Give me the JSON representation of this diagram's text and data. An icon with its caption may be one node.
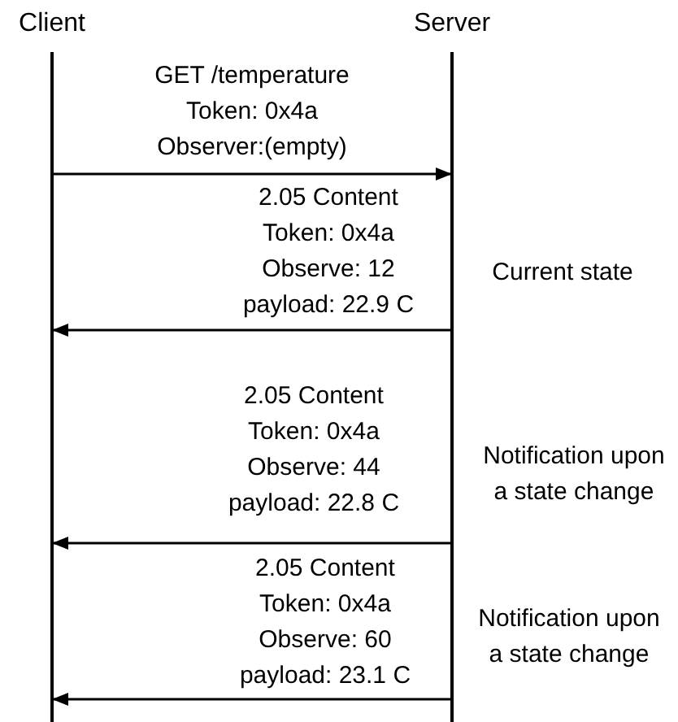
{
  "diagram": {
    "nodes": [
      {
        "text": [
          "Client"
        ]
      },
      {
        "text": [
          "Server"
        ]
      },
      {
        "text": [],
        "shape": "bar"
      },
      {
        "text": [],
        "shape": "bar"
      }
    ],
    "edges": [
      {
        "from": 2,
        "to": 3,
        "arrow": "to",
        "label": "GET /temperature Token: 0x4a Observer:(empty)"
      },
      {
        "from": 3,
        "to": 2,
        "arrow": "to",
        "label": "2.05 Content Token: 0x4a Observe: 12 payload: 22.9 C"
      },
      {
        "from": 3,
        "to": 2,
        "arrow": "to",
        "label": "2.05 Content Token: 0x4a Observe: 44 payload: 22.8 C"
      },
      {
        "from": 3,
        "to": 2,
        "arrow": "to",
        "label": "2.05 Content Token: 0x4a Observe: 60 payload: 23.1 C"
      }
    ],
    "labels": [
      "Current state",
      "Notification upon a state change",
      "Notification upon a state change"
    ]
  }
}
